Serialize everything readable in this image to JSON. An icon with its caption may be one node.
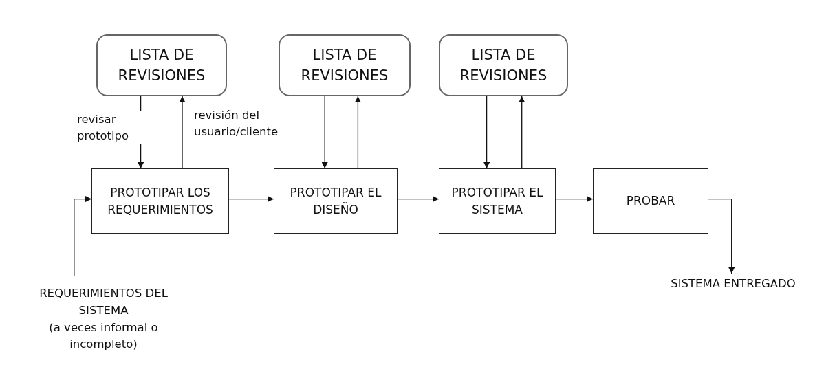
{
  "diagram": {
    "nodes": [
      {
        "text": [
          "LISTA DE REVISIONES"
        ]
      },
      {
        "text": [
          "LISTA DE REVISIONES"
        ]
      },
      {
        "text": [
          "LISTA DE REVISIONES"
        ]
      },
      {
        "text": [
          "PROTOTIPAR LOS REQUERIMIENTOS"
        ]
      },
      {
        "text": [
          "PROTOTIPAR EL DISEÑO"
        ]
      },
      {
        "text": [
          "PROTOTIPAR EL SISTEMA"
        ]
      },
      {
        "text": [
          "PROBAR"
        ]
      },
      {
        "text": [
          "REQUERIMIENTOS DEL SISTEMA",
          "(a veces informal o incompleto)"
        ]
      },
      {
        "text": [
          "SISTEMA ENTREGADO"
        ]
      }
    ],
    "edges": [
      {
        "from": 0,
        "to": 3,
        "arrow": "to",
        "label": "revisar prototipo"
      },
      {
        "from": 3,
        "to": 0,
        "arrow": "to",
        "label": "revisión del usuario/cliente"
      },
      {
        "from": 1,
        "to": 4,
        "arrow": "to"
      },
      {
        "from": 4,
        "to": 1,
        "arrow": "to"
      },
      {
        "from": 2,
        "to": 5,
        "arrow": "to"
      },
      {
        "from": 5,
        "to": 2,
        "arrow": "to"
      },
      {
        "from": 7,
        "to": 3,
        "arrow": "to"
      },
      {
        "from": 3,
        "to": 4,
        "arrow": "to"
      },
      {
        "from": 4,
        "to": 5,
        "arrow": "to"
      },
      {
        "from": 5,
        "to": 6,
        "arrow": "to"
      },
      {
        "from": 6,
        "to": 8,
        "arrow": "to"
      }
    ]
  }
}
